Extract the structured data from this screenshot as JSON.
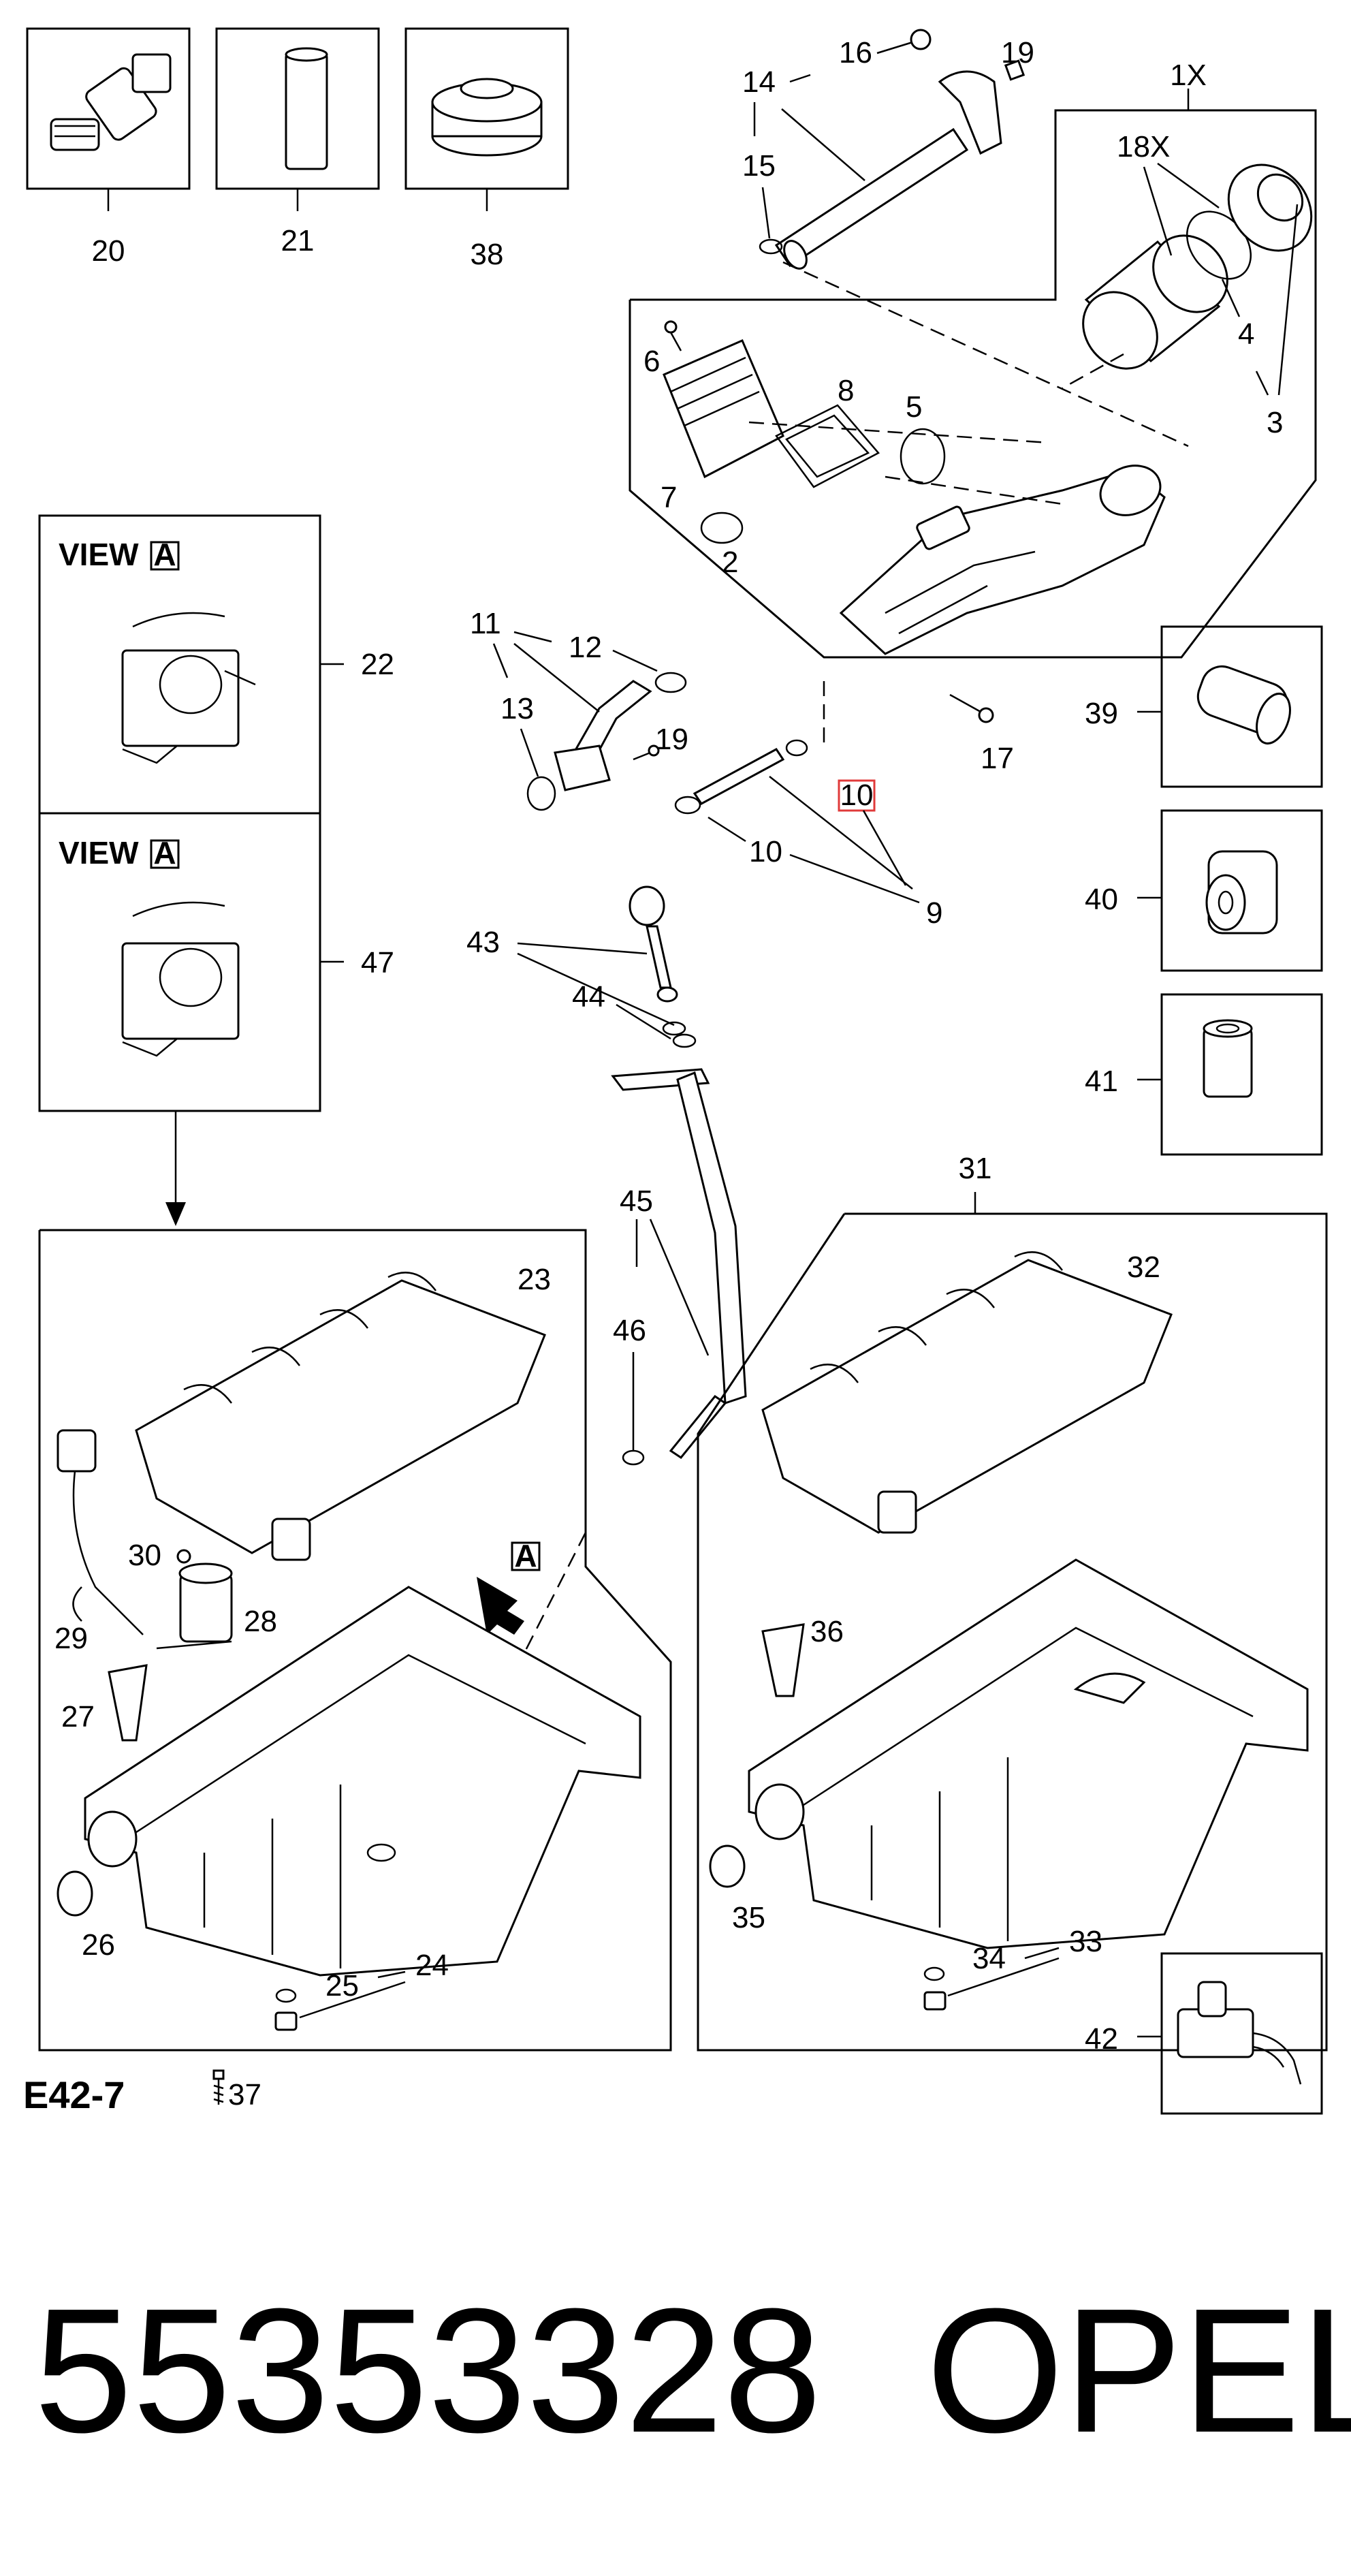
{
  "diagram_code": "E42-7",
  "bolt_note": "37",
  "part_number": "55353328",
  "brand": "OPEL",
  "view_label": "VIEW",
  "view_letter": "A",
  "arrow_letter": "A",
  "highlight_color": "#e03a3a",
  "callouts": {
    "c1x": "1X",
    "c2": "2",
    "c3": "3",
    "c4": "4",
    "c5": "5",
    "c6": "6",
    "c7": "7",
    "c8": "8",
    "c9": "9",
    "c10a": "10",
    "c10b": "10",
    "c11": "11",
    "c12": "12",
    "c13": "13",
    "c14": "14",
    "c15": "15",
    "c16": "16",
    "c17": "17",
    "c18x": "18X",
    "c19a": "19",
    "c19b": "19",
    "c20": "20",
    "c21": "21",
    "c22": "22",
    "c23": "23",
    "c24": "24",
    "c25": "25",
    "c26": "26",
    "c27": "27",
    "c28": "28",
    "c29": "29",
    "c30": "30",
    "c31": "31",
    "c32": "32",
    "c33": "33",
    "c34": "34",
    "c35": "35",
    "c36": "36",
    "c38": "38",
    "c39": "39",
    "c40": "40",
    "c41": "41",
    "c42": "42",
    "c43": "43",
    "c44": "44",
    "c45": "45",
    "c46": "46",
    "c47": "47"
  }
}
